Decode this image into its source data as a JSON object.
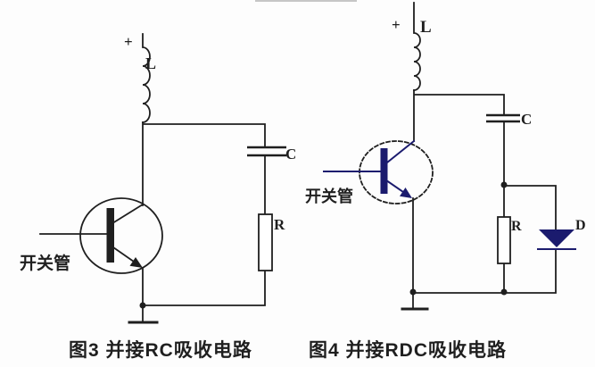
{
  "colors": {
    "wire": "#1f1f1f",
    "navy": "#1b1b6e",
    "paper": "#fdfdfd"
  },
  "figures": [
    {
      "caption": "图3 并接RC吸收电路",
      "labels": {
        "supply": "+",
        "inductor": "L",
        "capacitor": "C",
        "resistor": "R",
        "switch_tube": "开关管"
      }
    },
    {
      "caption": "图4 并接RDC吸收电路",
      "labels": {
        "supply": "+",
        "inductor": "L",
        "capacitor": "C",
        "resistor": "R",
        "diode": "D",
        "switch_tube": "开关管"
      }
    }
  ]
}
